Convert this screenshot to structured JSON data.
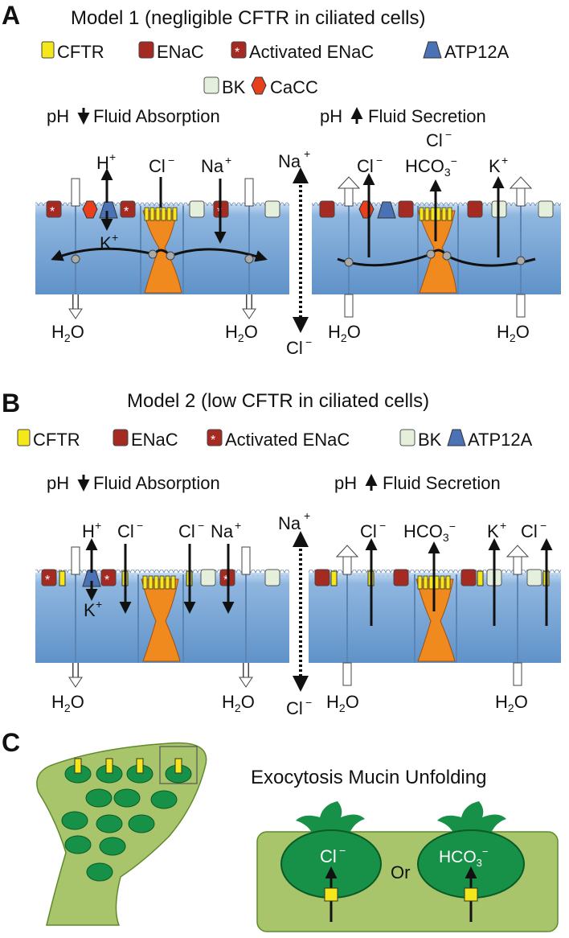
{
  "panel_a": {
    "letter": "A",
    "title": "Model 1 (negligible CFTR in ciliated cells)",
    "legend": {
      "cftr": "CFTR",
      "enac": "ENaC",
      "activated_enac": "Activated ENaC",
      "atp12a": "ATP12A",
      "bk": "BK",
      "cacc": "CaCC"
    },
    "left_heading_ph": "pH",
    "left_heading": "Fluid Absorption",
    "right_heading_ph": "pH",
    "right_heading": "Fluid Secretion",
    "left_ions": {
      "h": "H",
      "cl": "Cl",
      "na": "Na",
      "k": "K"
    },
    "right_ions": {
      "cl": "Cl",
      "cl_top": "Cl",
      "hco3": "HCO",
      "k": "K"
    },
    "paracellular": {
      "na": "Na",
      "cl": "Cl"
    },
    "water": "H",
    "water_sub": "2",
    "water_o": "O"
  },
  "panel_b": {
    "letter": "B",
    "title": "Model 2 (low CFTR in ciliated cells)",
    "legend": {
      "cftr": "CFTR",
      "enac": "ENaC",
      "activated_enac": "Activated ENaC",
      "bk": "BK",
      "atp12a": "ATP12A"
    },
    "left_heading_ph": "pH",
    "left_heading": "Fluid Absorption",
    "right_heading_ph": "pH",
    "right_heading": "Fluid Secretion",
    "left_ions": {
      "h": "H",
      "cl1": "Cl",
      "cl2": "Cl",
      "na": "Na",
      "k": "K"
    },
    "right_ions": {
      "cl1": "Cl",
      "hco3": "HCO",
      "k": "K",
      "cl2": "Cl"
    },
    "paracellular": {
      "na": "Na",
      "cl": "Cl"
    }
  },
  "panel_c": {
    "letter": "C",
    "title": "Exocytosis Mucin Unfolding",
    "left_granule_ion": "Cl",
    "or_label": "Or",
    "right_granule_ion": "HCO"
  },
  "colors": {
    "cell_fill": "#79a7d6",
    "cell_top": "#b9d2ee",
    "cftr": "#f6e71a",
    "enac": "#a52a22",
    "atp12a": "#4a72b5",
    "bk": "#e4efdc",
    "cacc": "#e8401c",
    "ciliated_cftr_cell": "#f08a1e",
    "goblet": "#a9c56b",
    "granule": "#169147"
  }
}
